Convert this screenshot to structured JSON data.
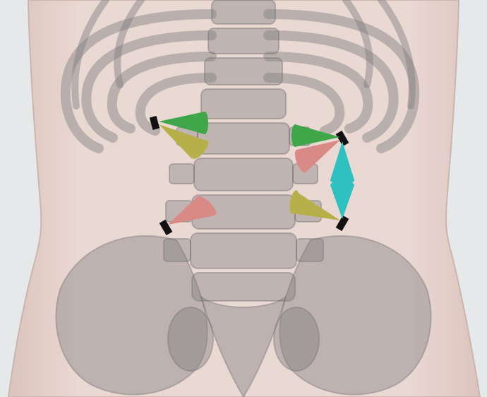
{
  "scene": {
    "subject": "translucent-torso-with-skeleton",
    "background_color": "#e6e9e9",
    "skin_color": "#e9d6d1",
    "bone_color": "#7f7f7f",
    "bone_opacity": 0.45,
    "cone_colors": {
      "green": "#3fa64a",
      "yellow": "#b7b04a",
      "pink": "#d98a86",
      "cyan": "#2fc0c0"
    },
    "marker_color": "#111111",
    "left_upper_sensor": {
      "cones": [
        "green",
        "yellow"
      ]
    },
    "left_lower_sensor": {
      "cones": [
        "pink"
      ]
    },
    "right_upper_sensor": {
      "cones": [
        "green",
        "pink",
        "cyan"
      ]
    },
    "right_lower_sensor": {
      "cones": [
        "yellow",
        "cyan"
      ]
    }
  }
}
